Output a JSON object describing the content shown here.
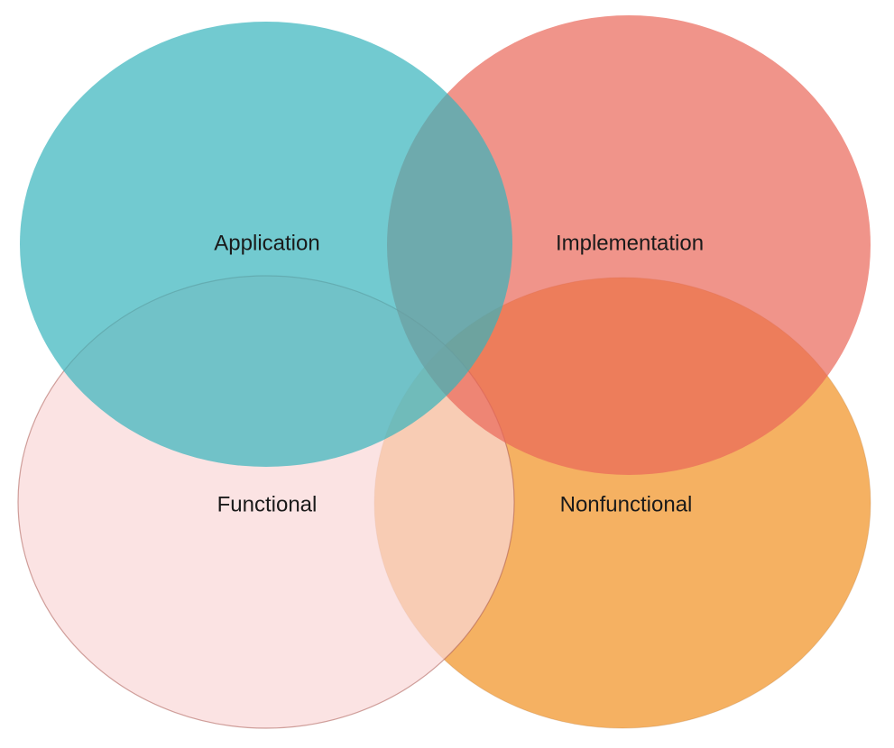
{
  "diagram": {
    "type": "venn",
    "background": "#ffffff",
    "text_color": "#1a1a1a",
    "sets": [
      {
        "label": "Application",
        "position": "top-left",
        "fill": "#36b3bc",
        "apparent_color": "#72cad0"
      },
      {
        "label": "Implementation",
        "position": "top-right",
        "fill": "#ea6658",
        "apparent_color": "#f0948a"
      },
      {
        "label": "Functional",
        "position": "bottom-left",
        "fill": "#f9d7d7",
        "apparent_color": "#fbe3e3"
      },
      {
        "label": "Nonfunctional",
        "position": "bottom-right",
        "fill": "#f19020",
        "apparent_color": "#f5b163"
      }
    ],
    "observed_overlaps": {
      "application_implementation": "#68a2a6",
      "application_functional": "#70bfc4",
      "implementation_nonfunctional": "#ed7c52",
      "functional_nonfunctional": "#f6c89e"
    }
  }
}
